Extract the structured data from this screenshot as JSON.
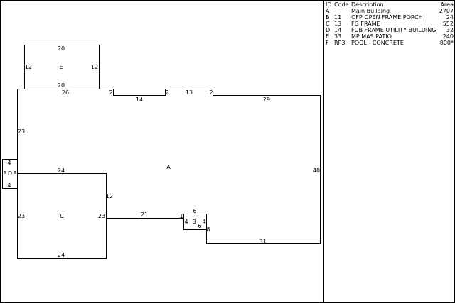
{
  "legend": {
    "headers": {
      "id": "ID",
      "code": "Code",
      "description": "Description",
      "area": "Area"
    },
    "rows": [
      {
        "id": "A",
        "code": "",
        "description": "Main Building",
        "area": "2707"
      },
      {
        "id": "B",
        "code": "11",
        "description": "OFP   OPEN FRAME PORCH",
        "area": "24"
      },
      {
        "id": "C",
        "code": "13",
        "description": "FG    FRAME",
        "area": "552"
      },
      {
        "id": "D",
        "code": "14",
        "description": "FUB   FRAME UTILITY BUILDING",
        "area": "32"
      },
      {
        "id": "E",
        "code": "33",
        "description": "MP    MAS PATIO",
        "area": "240"
      },
      {
        "id": "F",
        "code": "RP3",
        "description": "POOL - CONCRETE",
        "area": "800*"
      }
    ]
  },
  "sketch": {
    "area_labels": {
      "A": "A",
      "B": "B",
      "C": "C",
      "D": "D",
      "E": "E"
    },
    "dims": {
      "e_top": "20",
      "e_left": "12",
      "e_right": "12",
      "e_bottom": "20",
      "a_top_left": "26",
      "a_step1": "2",
      "a_low1": "14",
      "a_step2": "2",
      "a_mid": "13",
      "a_step3": "2",
      "a_top_right": "29",
      "a_left": "23",
      "a_right": "40",
      "a_bottom_right": "31",
      "d_top": "4",
      "d_left": "8",
      "d_right": "8",
      "d_bottom": "4",
      "c_top": "24",
      "c_right_upper": "12",
      "c_left": "23",
      "c_right": "23",
      "c_bottom": "24",
      "porch_link": "21",
      "b_one": "1",
      "b_top": "6",
      "b_left": "4",
      "b_right": "4",
      "b_bottom": "6",
      "b_drop": "8"
    }
  }
}
